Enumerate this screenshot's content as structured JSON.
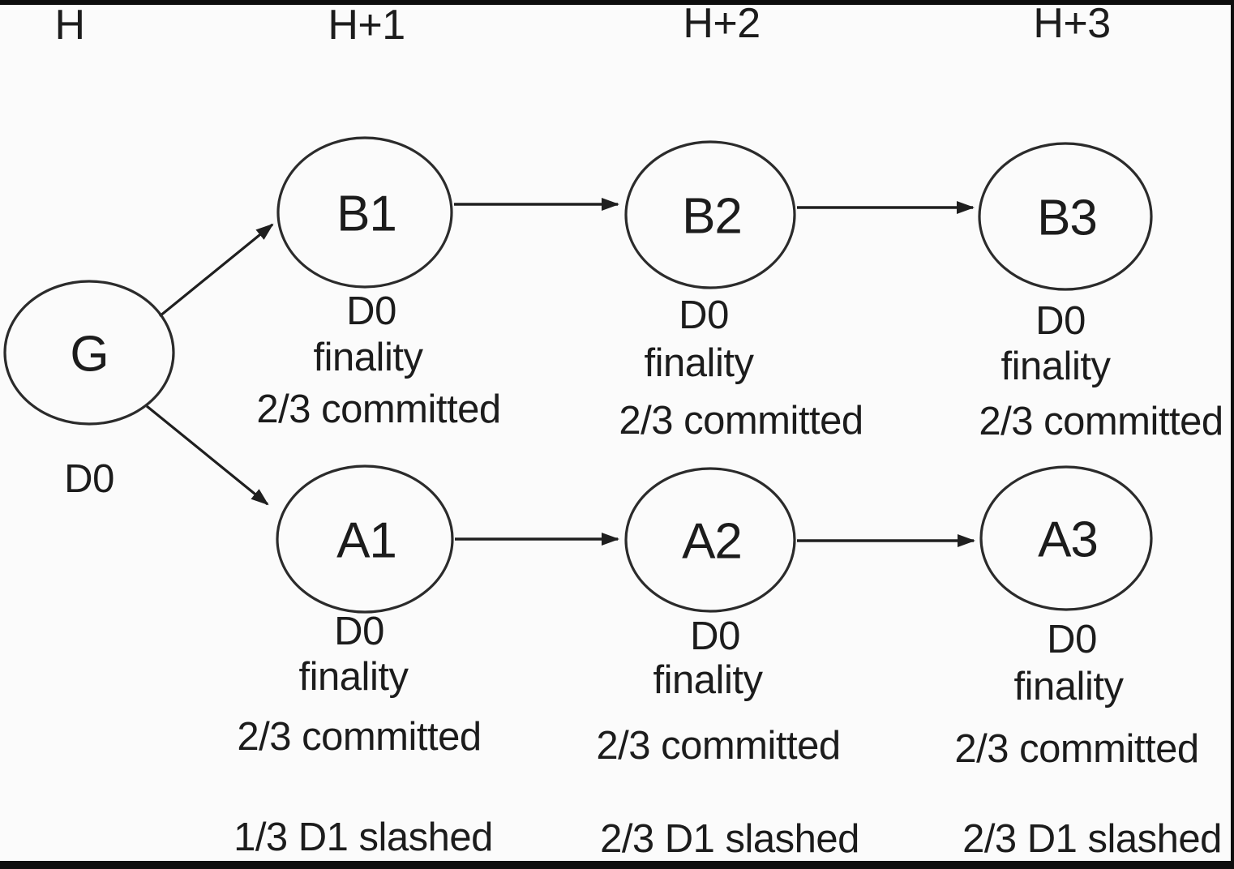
{
  "timeline": {
    "h": "H",
    "h1": "H+1",
    "h2": "H+2",
    "h3": "H+3"
  },
  "genesis": {
    "label": "G",
    "deposit": "D0"
  },
  "chain_b": {
    "b1": {
      "label": "B1",
      "deposit": "D0",
      "finality": "finality",
      "committed": "2/3 committed"
    },
    "b2": {
      "label": "B2",
      "deposit": "D0",
      "finality": "finality",
      "committed": "2/3 committed"
    },
    "b3": {
      "label": "B3",
      "deposit": "D0",
      "finality": "finality",
      "committed": "2/3 committed"
    }
  },
  "chain_a": {
    "a1": {
      "label": "A1",
      "deposit": "D0",
      "finality": "finality",
      "committed": "2/3 committed",
      "slashed": "1/3 D1 slashed"
    },
    "a2": {
      "label": "A2",
      "deposit": "D0",
      "finality": "finality",
      "committed": "2/3 committed",
      "slashed": "2/3 D1 slashed"
    },
    "a3": {
      "label": "A3",
      "deposit": "D0",
      "finality": "finality",
      "committed": "2/3 committed",
      "slashed": "2/3 D1 slashed"
    }
  },
  "colors": {
    "ink": "#1c1c1c",
    "node_stroke": "#2b2b2b",
    "frame": "#0e0e0e",
    "background": "#fbfbfb"
  }
}
